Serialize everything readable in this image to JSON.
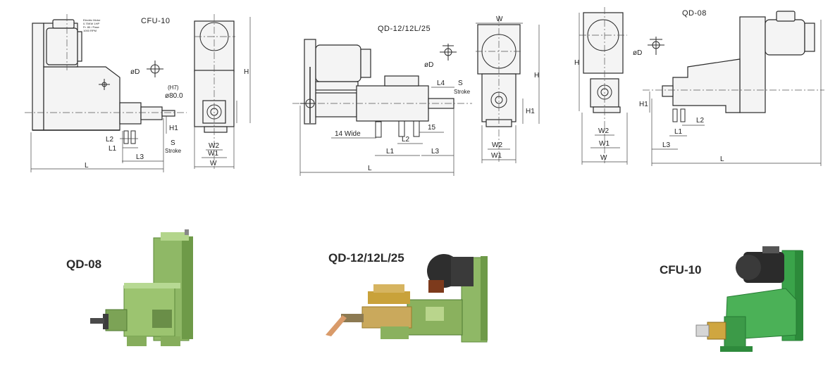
{
  "drawings": {
    "cfu10": {
      "title": "CFU-10",
      "motor_note": [
        "Electric Motor",
        "0.75KW 1HP",
        "Fr. 80 / Pase",
        "1000 RPM"
      ],
      "labels": {
        "L": "L",
        "L1": "L1",
        "L2": "L2",
        "L3": "L3",
        "H": "H",
        "H1": "H1",
        "W": "W",
        "W1": "W1",
        "W2": "W2",
        "S": "S",
        "stroke": "Stroke",
        "phiD": "øD",
        "phi80": "ø80.0",
        "h7": "(H7)"
      }
    },
    "qd12": {
      "title": "QD-12/12L/25",
      "labels": {
        "L": "L",
        "L1": "L1",
        "L2": "L2",
        "L3": "L3",
        "L4": "L4",
        "H": "H",
        "H1": "H1",
        "W": "W",
        "W1": "W1",
        "W2": "W2",
        "S": "S",
        "stroke": "Stroke",
        "phiD": "øD",
        "wide": "14 Wide",
        "fifteen": "15"
      }
    },
    "qd08": {
      "title": "QD-08",
      "labels": {
        "L": "L",
        "L1": "L1",
        "L2": "L2",
        "L3": "L3",
        "H": "H",
        "H1": "H1",
        "W": "W",
        "W1": "W1",
        "W2": "W2",
        "phiD": "øD"
      }
    }
  },
  "photos": [
    {
      "label": "QD-08"
    },
    {
      "label": "QD-12/12L/25"
    },
    {
      "label": "CFU-10"
    }
  ],
  "colors": {
    "green_light": "#a8cf7a",
    "green_mid": "#7faa52",
    "green_dark": "#4f7a32",
    "bright_green": "#3aa34a",
    "bright_green_dark": "#257a33",
    "motor_dark": "#2e2e2e",
    "brass": "#c9a23a"
  }
}
